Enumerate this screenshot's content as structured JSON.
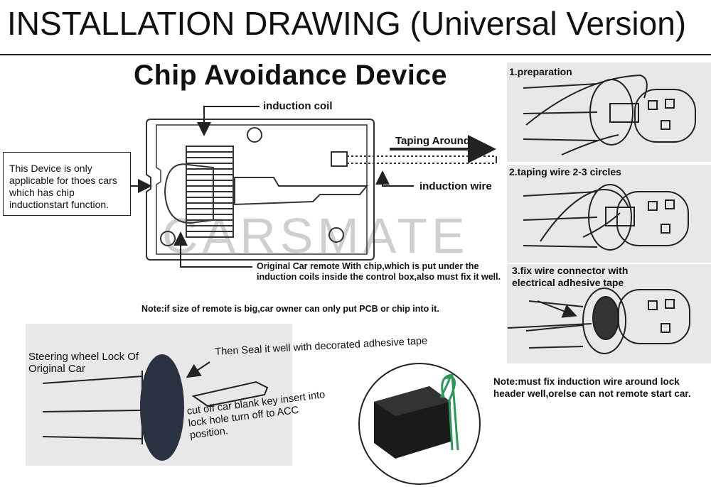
{
  "header": {
    "title": "INSTALLATION DRAWING (Universal Version)"
  },
  "diagram": {
    "title": "Chip Avoidance Device",
    "watermark": "CARSMATE",
    "labels": {
      "induction_coil": "induction coil",
      "taping_around": "Taping Around",
      "induction_wire": "induction wire",
      "device_note": "This Device is only applicable for thoes cars which has chip inductionstart function.",
      "original_remote": "Original Car remote With chip,which is put under the induction coils inside the control box,also must fix it well.",
      "note_size": "Note:if size of remote is big,car owner can only put PCB or chip into it."
    }
  },
  "steps": [
    {
      "label": "1.preparation"
    },
    {
      "label": "2.taping wire 2-3 circles"
    },
    {
      "label": "3.fix wire connector with electrical adhesive tape"
    }
  ],
  "step_note": "Note:must fix induction wire around lock header well,orelse can not remote start car.",
  "lower_left": {
    "steering_lock": "Steering wheel Lock Of Original Car",
    "seal": "Then Seal it well with decorated adhesive tape",
    "cut_key": "cut off car blank key insert into lock hole turn off to ACC position."
  },
  "colors": {
    "panel": "#e8e8e8",
    "wire": "#2a9a5a",
    "box": "#1a1a1a"
  }
}
